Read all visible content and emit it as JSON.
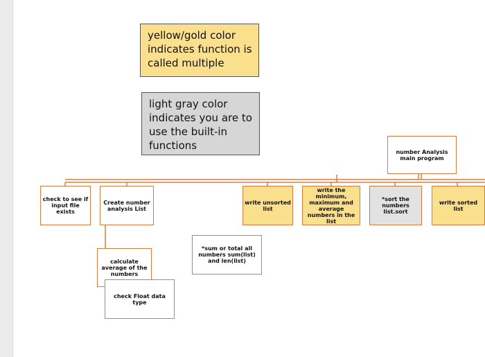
{
  "legend": {
    "yellow": "yellow/gold color indicates function is called multiple",
    "gray": "light gray color indicates you are to use the built-in functions"
  },
  "nodes": {
    "main": "number Analysis main program",
    "check_file": "check to see if input file exists",
    "create_list": "Create number analysis List",
    "write_unsorted": "write unsorted list",
    "write_min_max_avg": "write the minimum, maximum and average numbers in the list",
    "sort_numbers": "*sort the numbers list.sort",
    "write_sorted": "write sorted list",
    "sum_total": "*sum or total all numbers sum(list) and len(list)",
    "calc_average": "calculate average of the numbers",
    "check_float": "check Float data type"
  },
  "colors": {
    "connector": "#d87b3f",
    "gold_fill": "#fadf8d",
    "gray_fill": "#e2e2e2"
  }
}
